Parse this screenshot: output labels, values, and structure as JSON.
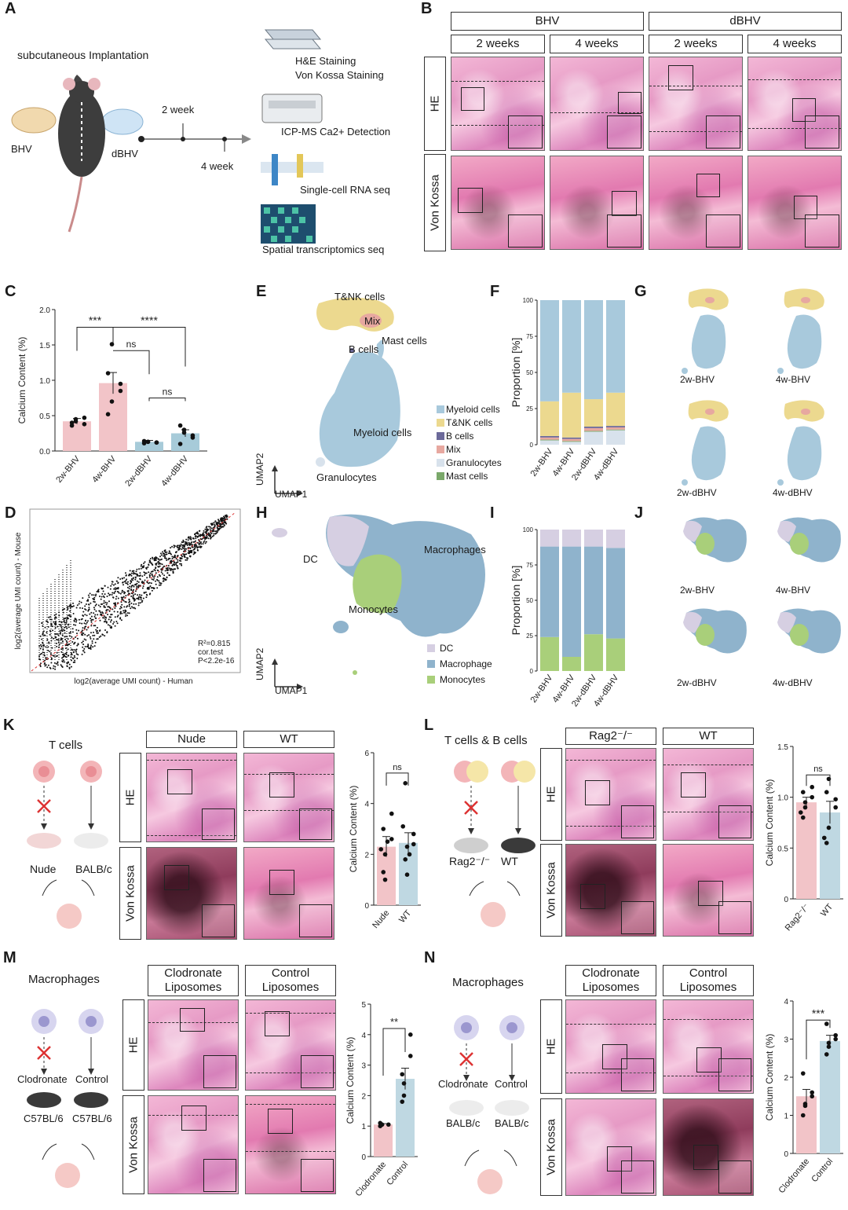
{
  "panels": {
    "A": "A",
    "B": "B",
    "C": "C",
    "D": "D",
    "E": "E",
    "F": "F",
    "G": "G",
    "H": "H",
    "I": "I",
    "J": "J",
    "K": "K",
    "L": "L",
    "M": "M",
    "N": "N"
  },
  "panelA": {
    "title": "subcutaneous Implantation",
    "left_label": "BHV",
    "right_label": "dBHV",
    "time1": "2 week",
    "time2": "4 week",
    "methods": [
      "H&E Staining",
      "Von Kossa Staining",
      "ICP-MS Ca2+ Detection",
      "Single-cell RNA seq",
      "Spatial transcriptomics seq"
    ]
  },
  "panelB": {
    "groups": [
      "BHV",
      "dBHV"
    ],
    "times": [
      "2 weeks",
      "4 weeks",
      "2 weeks",
      "4 weeks"
    ],
    "rows": [
      "HE",
      "Von Kossa"
    ]
  },
  "panelC": {
    "ylabel": "Calcium Content (%)",
    "sig": [
      "***",
      "****",
      "ns",
      "ns"
    ],
    "yticks": [
      "0.0",
      "0.5",
      "1.0",
      "1.5",
      "2.0"
    ]
  },
  "panelD": {
    "xlabel": "log2(average UMI count) - Human",
    "ylabel": "log2(average UMI count) - Mouse",
    "stats": [
      "R²=0.815",
      "cor.test",
      "P<2.2e-16"
    ]
  },
  "panelE": {
    "clusters": [
      "T&NK cells",
      "Mix",
      "Mast cells",
      "B cells",
      "Myeloid cells",
      "Granulocytes"
    ],
    "axis1": "UMAP1",
    "axis2": "UMAP2",
    "legend": [
      {
        "name": "Myeloid cells",
        "color": "#a8c9dc"
      },
      {
        "name": "T&NK cells",
        "color": "#ecd98f"
      },
      {
        "name": "B cells",
        "color": "#6c6a9a"
      },
      {
        "name": "Mix",
        "color": "#e7a8a0"
      },
      {
        "name": "Granulocytes",
        "color": "#d8e2ec"
      },
      {
        "name": "Mast cells",
        "color": "#7aa86a"
      }
    ]
  },
  "panelG": {
    "labels": [
      "2w-BHV",
      "4w-BHV",
      "2w-dBHV",
      "4w-dBHV"
    ]
  },
  "panelH": {
    "clusters": [
      "DC",
      "Macrophages",
      "Monocytes"
    ],
    "axis1": "UMAP1",
    "axis2": "UMAP2",
    "legend": [
      {
        "name": "DC",
        "color": "#d6cfe2"
      },
      {
        "name": "Macrophage",
        "color": "#8fb3cc"
      },
      {
        "name": "Monocytes",
        "color": "#a9cf7a"
      }
    ]
  },
  "panelJ": {
    "labels": [
      "2w-BHV",
      "4w-BHV",
      "2w-dBHV",
      "4w-dBHV"
    ]
  },
  "panelK": {
    "title": "T cells",
    "mice": [
      "Nude",
      "BALB/c"
    ],
    "cols": [
      "Nude",
      "WT"
    ],
    "rows": [
      "HE",
      "Von Kossa"
    ],
    "sig": "ns"
  },
  "panelL": {
    "title": "T cells & B cells",
    "mice": [
      "Rag2⁻/⁻",
      "WT"
    ],
    "cols": [
      "Rag2⁻/⁻",
      "WT"
    ],
    "rows": [
      "HE",
      "Von Kossa"
    ],
    "sig": "ns"
  },
  "panelM": {
    "title": "Macrophages",
    "treat": [
      "Clodronate",
      "Control"
    ],
    "mice": [
      "C57BL/6",
      "C57BL/6"
    ],
    "cols": [
      "Clodronate Liposomes",
      "Control Liposomes"
    ],
    "rows": [
      "HE",
      "Von Kossa"
    ],
    "sig": "**"
  },
  "panelN": {
    "title": "Macrophages",
    "treat": [
      "Clodronate",
      "Control"
    ],
    "mice": [
      "BALB/c",
      "BALB/c"
    ],
    "cols": [
      "Clodronate Liposomes",
      "Control Liposomes"
    ],
    "rows": [
      "HE",
      "Von Kossa"
    ],
    "sig": "***"
  },
  "chart_data": [
    {
      "id": "C",
      "type": "bar",
      "categories": [
        "2w-BHV",
        "4w-BHV",
        "2w-dBHV",
        "4w-dBHV"
      ],
      "values": [
        0.42,
        0.96,
        0.13,
        0.25
      ],
      "errors": [
        0.04,
        0.15,
        0.02,
        0.05
      ],
      "points": [
        [
          0.36,
          0.42,
          0.47,
          0.4,
          0.45,
          0.38
        ],
        [
          0.52,
          0.7,
          0.95,
          1.1,
          1.51,
          0.85
        ],
        [
          0.11,
          0.13,
          0.12,
          0.14,
          0.13,
          0.12
        ],
        [
          0.1,
          0.3,
          0.19,
          0.36,
          0.26,
          0.22
        ]
      ],
      "colors": [
        "#f2c4c8",
        "#f2c4c8",
        "#a7cbd9",
        "#a7cbd9"
      ],
      "ylabel": "Calcium Content (%)",
      "ylim": [
        0,
        2.0
      ]
    },
    {
      "id": "D",
      "type": "scatter",
      "xlabel": "log2(average UMI count) - Human",
      "ylabel": "log2(average UMI count) - Mouse",
      "r2": 0.815
    },
    {
      "id": "F",
      "type": "bar",
      "stacked": true,
      "categories": [
        "2w-BHV",
        "4w-BHV",
        "2w-dBHV",
        "4w-dBHV"
      ],
      "ylabel": "Proportion [%]",
      "ylim": [
        0,
        100
      ],
      "yticks": [
        "0",
        "25",
        "50",
        "75",
        "100"
      ],
      "series": [
        {
          "name": "Granulocytes",
          "values": [
            3,
            2,
            9,
            10
          ],
          "color": "#d8e2ec"
        },
        {
          "name": "Mast cells",
          "values": [
            0.5,
            0.5,
            0.5,
            0.5
          ],
          "color": "#7aa86a"
        },
        {
          "name": "Mix",
          "values": [
            1.5,
            1.5,
            2,
            1.5
          ],
          "color": "#e7a8a0"
        },
        {
          "name": "B cells",
          "values": [
            1,
            1,
            1,
            1
          ],
          "color": "#6c6a9a"
        },
        {
          "name": "T&NK cells",
          "values": [
            24,
            31,
            19,
            23
          ],
          "color": "#ecd98f"
        },
        {
          "name": "Myeloid cells",
          "values": [
            70,
            64,
            68.5,
            64
          ],
          "color": "#a8c9dc"
        }
      ]
    },
    {
      "id": "I",
      "type": "bar",
      "stacked": true,
      "categories": [
        "2w-BHV",
        "4w-BHV",
        "2w-dBHV",
        "4w-dBHV"
      ],
      "ylabel": "Proportion [%]",
      "ylim": [
        0,
        100
      ],
      "yticks": [
        "0",
        "25",
        "50",
        "75",
        "100"
      ],
      "series": [
        {
          "name": "Monocytes",
          "values": [
            24,
            10,
            26,
            23
          ],
          "color": "#a9cf7a"
        },
        {
          "name": "Macrophage",
          "values": [
            64,
            78,
            62,
            64
          ],
          "color": "#8fb3cc"
        },
        {
          "name": "DC",
          "values": [
            12,
            12,
            12,
            13
          ],
          "color": "#d6cfe2"
        }
      ]
    },
    {
      "id": "K",
      "type": "bar",
      "categories": [
        "Nude",
        "WT"
      ],
      "values": [
        2.3,
        2.45
      ],
      "errors": [
        0.4,
        0.4
      ],
      "points": [
        [
          1.3,
          2.0,
          2.6,
          3.0,
          1.0,
          3.6,
          2.2,
          2.5
        ],
        [
          1.8,
          2.3,
          2.8,
          4.8,
          1.2,
          2.4,
          3.1,
          2.0
        ]
      ],
      "colors": [
        "#f2c4c8",
        "#bfd8e2"
      ],
      "ylabel": "Calcium Content (%)",
      "ylim": [
        0,
        6
      ],
      "yticks": [
        "0",
        "2",
        "4",
        "6"
      ]
    },
    {
      "id": "L",
      "type": "bar",
      "categories": [
        "Rag2⁻/⁻",
        "WT"
      ],
      "values": [
        0.95,
        0.85
      ],
      "errors": [
        0.05,
        0.11
      ],
      "points": [
        [
          0.8,
          0.9,
          1.0,
          1.05,
          0.95,
          1.1,
          0.85
        ],
        [
          0.55,
          0.7,
          0.9,
          1.05,
          1.18,
          0.98,
          0.6
        ]
      ],
      "colors": [
        "#f2c4c8",
        "#bfd8e2"
      ],
      "ylabel": "Calcium Content (%)",
      "ylim": [
        0,
        1.5
      ],
      "yticks": [
        "0",
        "0.5",
        "1.0",
        "1.5"
      ]
    },
    {
      "id": "M",
      "type": "bar",
      "categories": [
        "Clodronate",
        "Control"
      ],
      "values": [
        1.05,
        2.55
      ],
      "errors": [
        0.03,
        0.35
      ],
      "points": [
        [
          1.0,
          1.05,
          1.05,
          1.1,
          1.05
        ],
        [
          1.8,
          2.4,
          3.3,
          2.7,
          2.0,
          4.0
        ]
      ],
      "colors": [
        "#f2c4c8",
        "#bfd8e2"
      ],
      "ylabel": "Calcium Content (%)",
      "ylim": [
        0,
        5
      ],
      "yticks": [
        "0",
        "1",
        "2",
        "3",
        "4",
        "5"
      ]
    },
    {
      "id": "N",
      "type": "bar",
      "categories": [
        "Clodronate",
        "Control"
      ],
      "values": [
        1.5,
        2.95
      ],
      "errors": [
        0.18,
        0.15
      ],
      "points": [
        [
          1.0,
          1.3,
          1.6,
          2.1,
          1.25,
          1.5
        ],
        [
          2.6,
          2.9,
          3.1,
          3.4,
          2.8,
          3.0
        ]
      ],
      "colors": [
        "#f2c4c8",
        "#bfd8e2"
      ],
      "ylabel": "Calcium Content (%)",
      "ylim": [
        0,
        4
      ],
      "yticks": [
        "0",
        "1",
        "2",
        "3",
        "4"
      ]
    }
  ]
}
